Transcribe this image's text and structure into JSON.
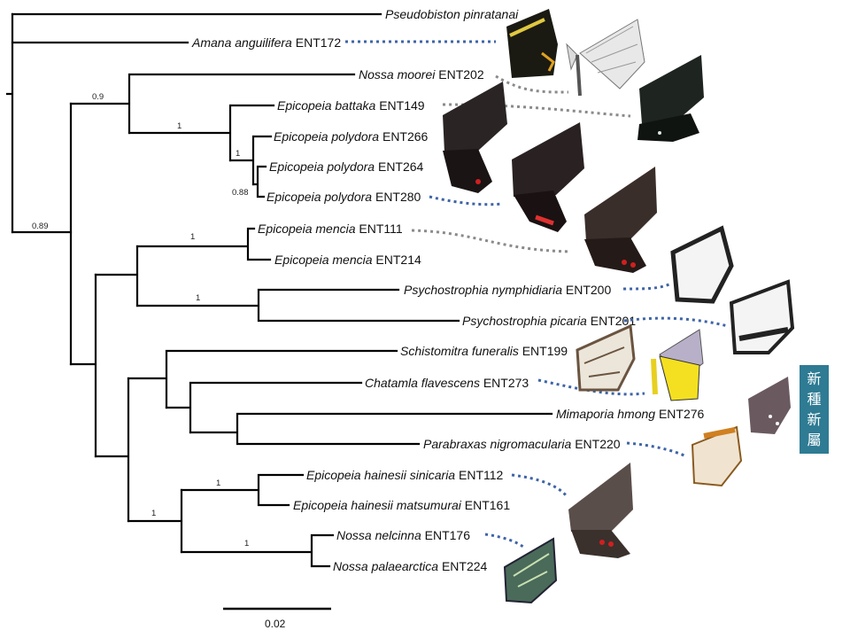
{
  "colors": {
    "branch": "#000000",
    "badge": "#2e7b93",
    "lead_blue": "#3e64a6",
    "lead_grey": "#8a8a8a"
  },
  "taxa": [
    {
      "genus": "Pseudobiston pinratanai",
      "code": ""
    },
    {
      "genus": "Amana anguilifera",
      "code": "ENT172"
    },
    {
      "genus": "Nossa moorei",
      "code": "ENT202"
    },
    {
      "genus": "Epicopeia battaka",
      "code": "ENT149"
    },
    {
      "genus": "Epicopeia polydora",
      "code": "ENT266"
    },
    {
      "genus": "Epicopeia polydora",
      "code": "ENT264"
    },
    {
      "genus": "Epicopeia polydora",
      "code": "ENT280"
    },
    {
      "genus": "Epicopeia mencia",
      "code": "ENT111"
    },
    {
      "genus": "Epicopeia mencia",
      "code": "ENT214"
    },
    {
      "genus": "Psychostrophia nymphidiaria",
      "code": "ENT200"
    },
    {
      "genus": "Psychostrophia picaria",
      "code": "ENT201"
    },
    {
      "genus": "Schistomitra funeralis",
      "code": "ENT199"
    },
    {
      "genus": "Chatamla flavescens",
      "code": "ENT273"
    },
    {
      "genus": "Mimaporia hmong",
      "code": "ENT276"
    },
    {
      "genus": "Parabraxas nigromacularia",
      "code": "ENT220"
    },
    {
      "genus": "Epicopeia hainesii sinicaria",
      "code": "ENT112"
    },
    {
      "genus": "Epicopeia hainesii matsumurai",
      "code": "ENT161"
    },
    {
      "genus": "Nossa nelcinna",
      "code": "ENT176"
    },
    {
      "genus": "Nossa palaearctica",
      "code": "ENT224"
    }
  ],
  "support_values": {
    "nossa_epicopeia": "0.9",
    "battaka_polydora": "1",
    "polydora_clade": "1",
    "polydora_inner": "0.88",
    "ingroup": "0.89",
    "mencia": "1",
    "psychostrophia": "1",
    "hainesii_nossa": "1",
    "hainesii": "1",
    "nossa": "1"
  },
  "scale_bar": {
    "label": "0.02"
  },
  "badge": {
    "line1": "新",
    "line2": "種",
    "line3": "新",
    "line4": "屬"
  },
  "specimen_icons": [
    "moth-black-yellow-icon",
    "moth-translucent-icon",
    "butterfly-black-icon",
    "swallowtail-red-icon",
    "swallowtail-brown-icon",
    "moth-white-black-icon",
    "moth-brown-white-icon",
    "moth-yellow-icon",
    "moth-grey-icon",
    "moth-orange-spotted-icon",
    "moth-green-icon"
  ]
}
